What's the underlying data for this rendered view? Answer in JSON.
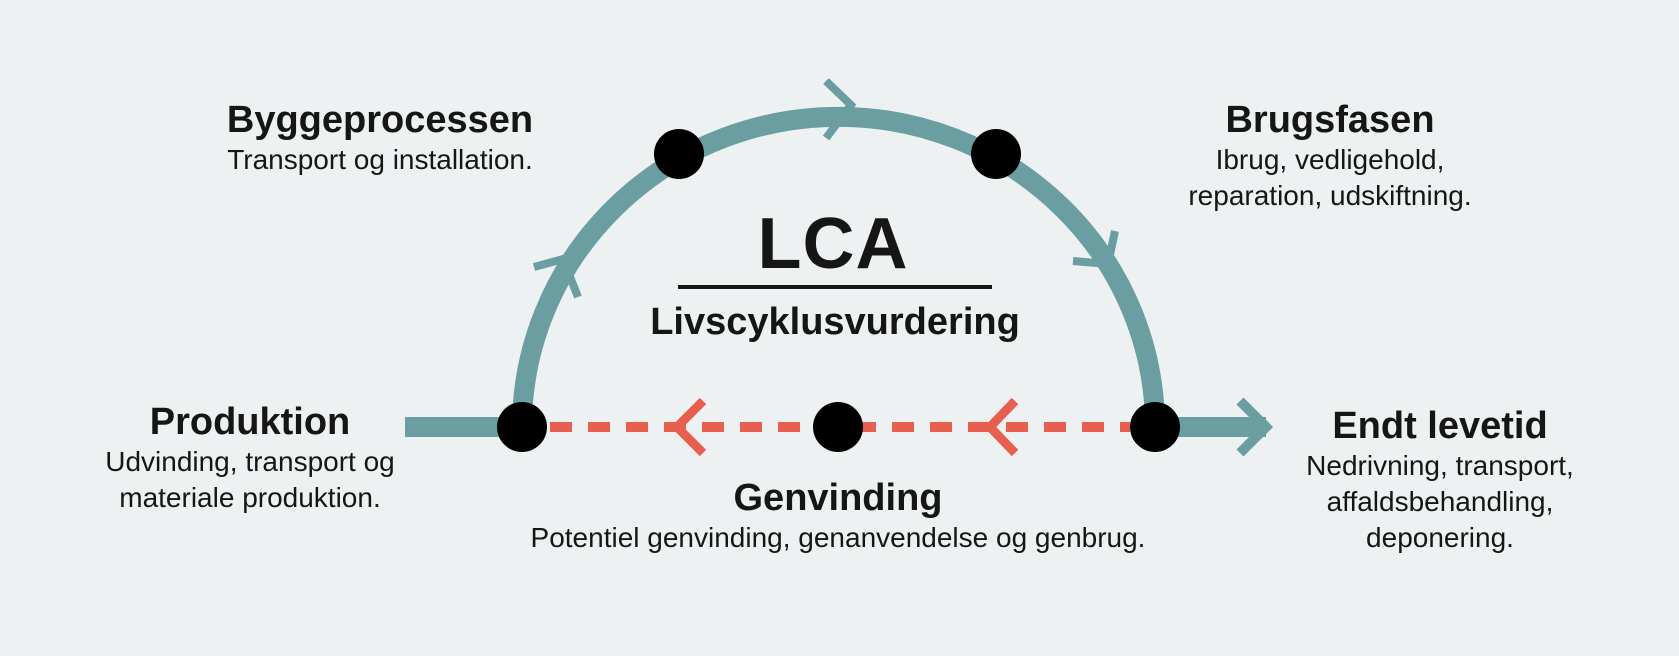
{
  "colors": {
    "background": "#edf1f2",
    "cycle_line": "#6a9ea0",
    "recovery_line": "#e85f4f",
    "node": "#000000",
    "text": "#161616"
  },
  "center": {
    "title": "LCA",
    "subtitle": "Livscyklusvurdering"
  },
  "phases": {
    "produktion": {
      "title": "Produktion",
      "desc": [
        "Udvinding, transport og",
        "materiale produktion."
      ]
    },
    "byggeprocessen": {
      "title": "Byggeprocessen",
      "desc": [
        "Transport og installation."
      ]
    },
    "brugsfasen": {
      "title": "Brugsfasen",
      "desc": [
        "Ibrug, vedligehold,",
        "reparation, udskiftning."
      ]
    },
    "endt_levetid": {
      "title": "Endt levetid",
      "desc": [
        "Nedrivning, transport,",
        "affaldsbehandling,",
        "deponering."
      ]
    },
    "genvinding": {
      "title": "Genvinding",
      "desc": [
        "Potentiel genvinding, genanvendelse og genbrug."
      ]
    }
  }
}
